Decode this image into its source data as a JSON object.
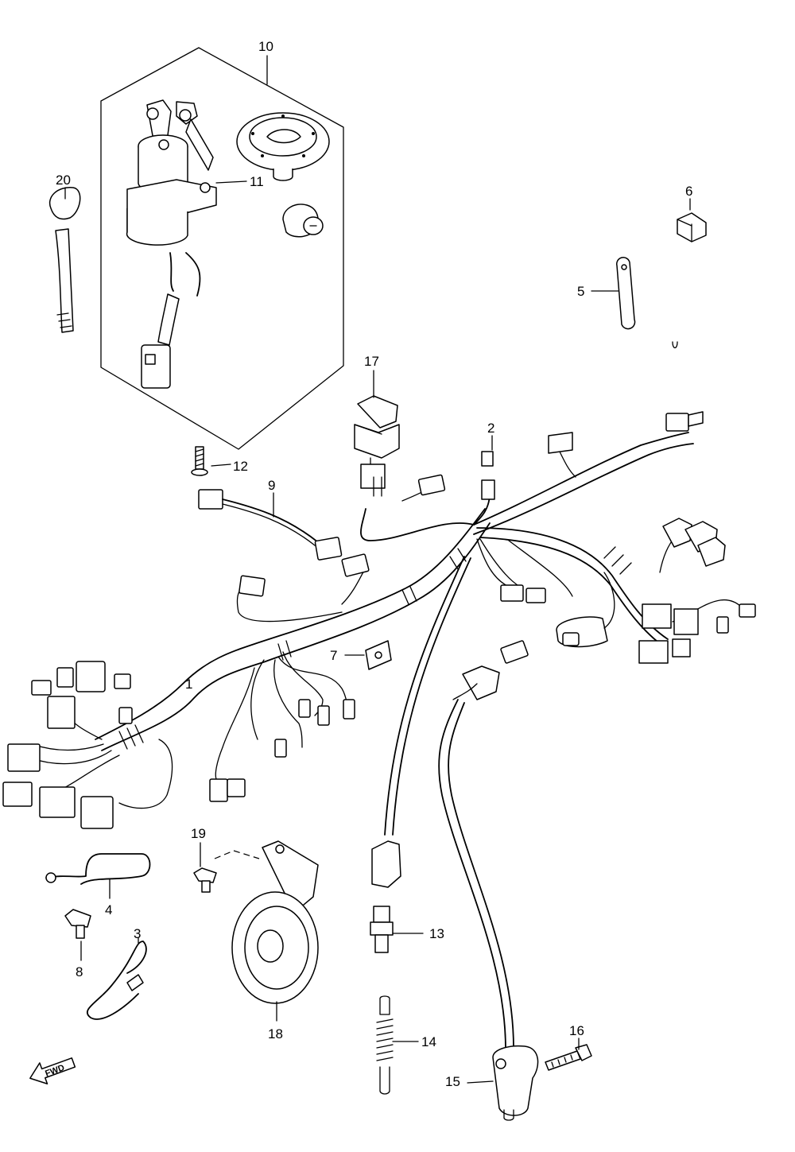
{
  "diagram": {
    "callouts": [
      {
        "id": "1",
        "label": "1"
      },
      {
        "id": "2",
        "label": "2"
      },
      {
        "id": "3",
        "label": "3"
      },
      {
        "id": "4",
        "label": "4"
      },
      {
        "id": "5",
        "label": "5"
      },
      {
        "id": "6",
        "label": "6"
      },
      {
        "id": "7",
        "label": "7"
      },
      {
        "id": "8",
        "label": "8"
      },
      {
        "id": "9",
        "label": "9"
      },
      {
        "id": "10",
        "label": "10"
      },
      {
        "id": "11",
        "label": "11"
      },
      {
        "id": "12",
        "label": "12"
      },
      {
        "id": "13",
        "label": "13"
      },
      {
        "id": "14",
        "label": "14"
      },
      {
        "id": "15",
        "label": "15"
      },
      {
        "id": "16",
        "label": "16"
      },
      {
        "id": "17",
        "label": "17"
      },
      {
        "id": "18",
        "label": "18"
      },
      {
        "id": "19",
        "label": "19"
      },
      {
        "id": "20",
        "label": "20"
      }
    ],
    "direction_indicator": {
      "label": "FWD",
      "icon": "forward-arrow-icon"
    },
    "colors": {
      "line": "#000000",
      "background": "#ffffff"
    }
  }
}
